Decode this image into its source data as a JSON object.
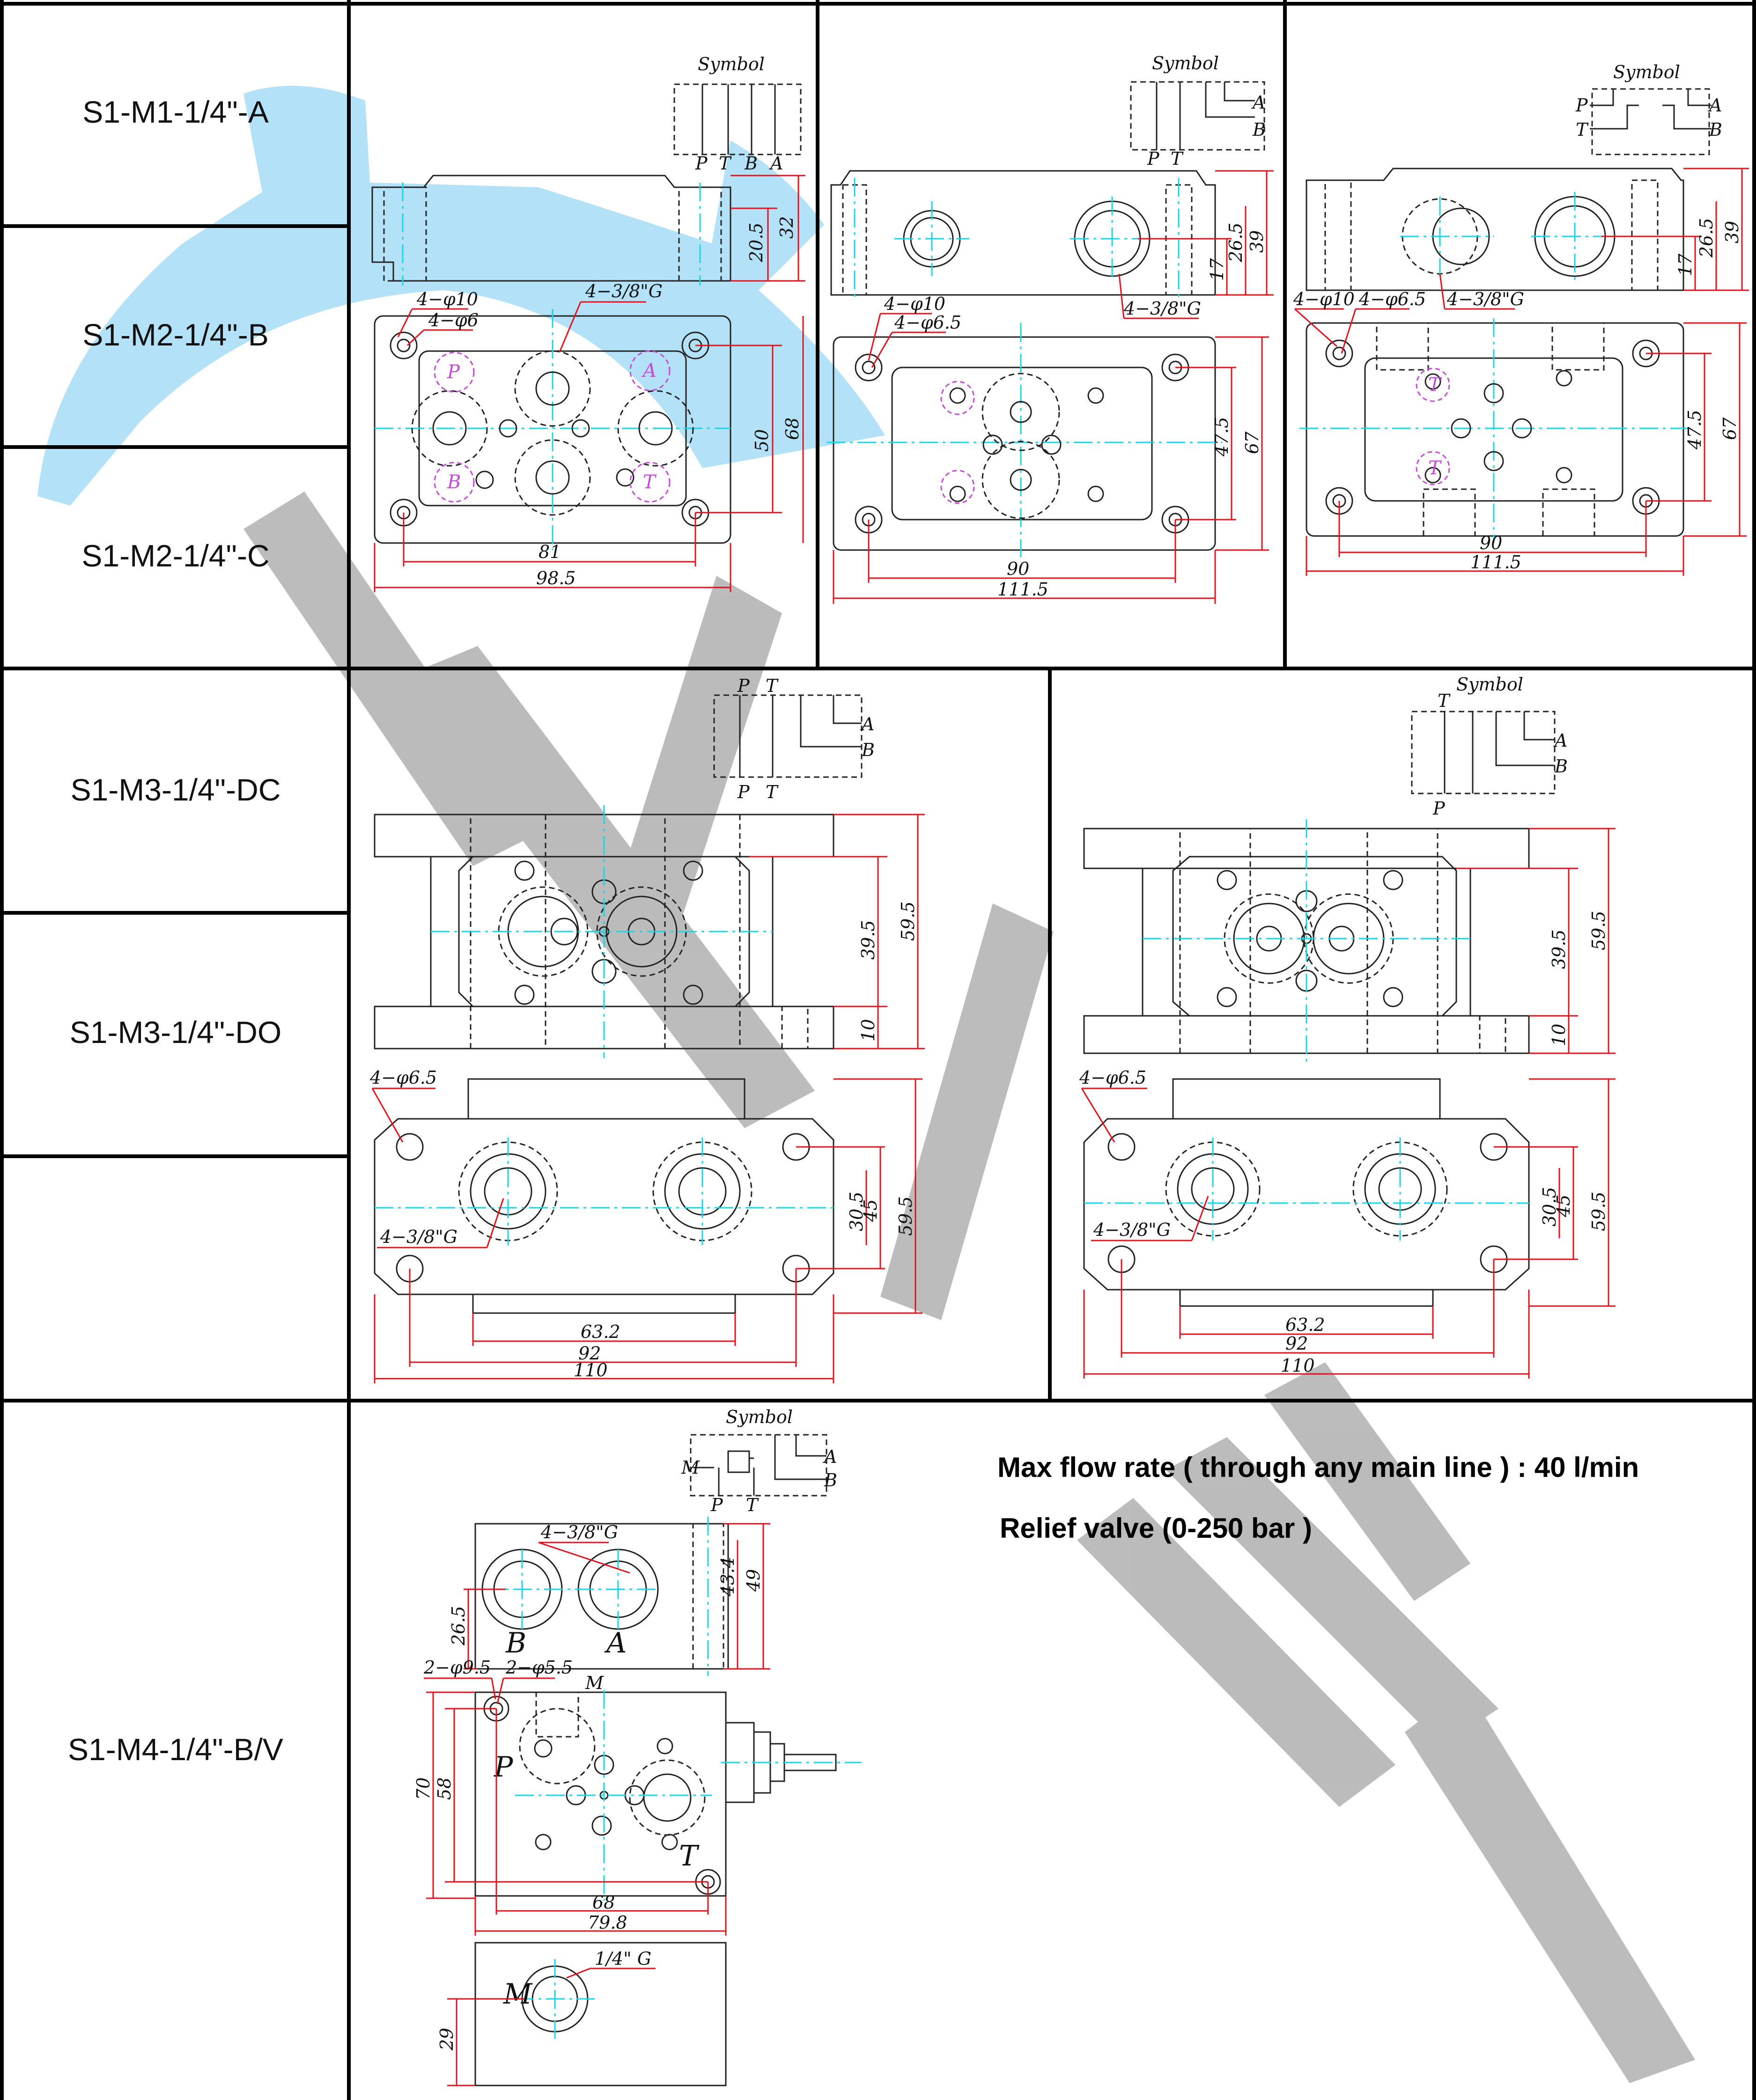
{
  "models": [
    {
      "id": "m1",
      "label": "S1-M1-1/4\"-A"
    },
    {
      "id": "m2b",
      "label": "S1-M2-1/4\"-B"
    },
    {
      "id": "m2c",
      "label": "S1-M2-1/4\"-C"
    },
    {
      "id": "m3dc",
      "label": "S1-M3-1/4\"-DC"
    },
    {
      "id": "m3do",
      "label": "S1-M3-1/4\"-DO"
    },
    {
      "id": "m4",
      "label": "S1-M4-1/4\"-B/V"
    }
  ],
  "symbol_title": "Symbol",
  "ports": {
    "P": "P",
    "T": "T",
    "A": "A",
    "B": "B",
    "M": "M"
  },
  "notes": {
    "flow": "Max flow rate ( through any main line ) : 40  l/min",
    "relief": "Relief valve (0-250 bar )"
  },
  "drawing1": {
    "h1": "20.5",
    "h2": "32",
    "w1": "81",
    "w2": "98.5",
    "v1": "50",
    "v2": "68",
    "n1": "4−φ10",
    "n2": "4−φ6",
    "n3": "4−3/8\"G"
  },
  "drawing2": {
    "h1": "17",
    "h2": "26.5",
    "h3": "39",
    "w1": "90",
    "w2": "111.5",
    "v1": "47.5",
    "v2": "67",
    "n1": "4−φ10",
    "n2": "4−φ6.5",
    "n3": "4−3/8\"G"
  },
  "drawing3": {
    "h1": "17",
    "h2": "26.5",
    "h3": "39",
    "w1": "90",
    "w2": "111.5",
    "v1": "47.5",
    "v2": "67",
    "n1": "4−φ10",
    "n2": "4−φ6.5",
    "n3": "4−3/8\"G"
  },
  "drawing4": {
    "t1": "39.5",
    "t2": "59.5",
    "t3": "10",
    "s1": "30.5",
    "s2": "45",
    "s3": "59.5",
    "w1": "63.2",
    "w2": "92",
    "w3": "110",
    "n1": "4−φ6.5",
    "n2": "4−3/8\"G"
  },
  "drawing5": {
    "t1": "39.5",
    "t2": "59.5",
    "t3": "10",
    "s1": "30.5",
    "s2": "45",
    "s3": "59.5",
    "w1": "63.2",
    "w2": "92",
    "w3": "110",
    "n1": "4−φ6.5",
    "n2": "4−3/8\"G"
  },
  "drawing6": {
    "n1": "4−3/8\"G",
    "h1": "43.4",
    "h2": "49",
    "h3": "26.5",
    "n2": "2−φ9.5",
    "n3": "2−φ5.5",
    "v1": "70",
    "v2": "58",
    "w1": "68",
    "w2": "79.8",
    "n4": "1/4\" G",
    "h4": "29"
  }
}
